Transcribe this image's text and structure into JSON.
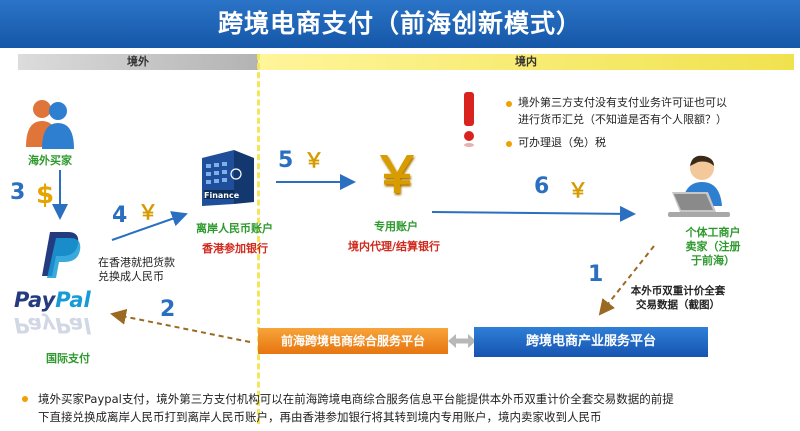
{
  "title": "跨境电商支付（前海创新模式）",
  "regions": {
    "overseas": "境外",
    "domestic": "境内"
  },
  "steps": {
    "s1": "1",
    "s2": "2",
    "s3": "3",
    "s4": "4",
    "s5": "5",
    "s6": "6"
  },
  "yen_symbol": "￥",
  "dollar_symbol": "$",
  "nodes": {
    "overseas_buyer": "海外买家",
    "paypal_logo": "PayPal",
    "intl_payment": "国际支付",
    "hk_conversion": [
      "在香港就把货款",
      "兑换成人民币"
    ],
    "offshore_account": "离岸人民币账户",
    "hk_bank": "香港参加银行",
    "dedicated_account": "专用账户",
    "domestic_bank": "境内代理/结算银行",
    "seller": [
      "个体工商户",
      "卖家（注册",
      "于前海）"
    ],
    "dual_pricing": [
      "本外币双重计价全套",
      "交易数据（截图）"
    ],
    "bank_building_sign": "Finance"
  },
  "warnings": [
    "境外第三方支付没有支付业务许可证也可以进行货币汇兑（不知道是否有个人限额？）",
    "可办理退（免）税"
  ],
  "warning_lines": [
    "境外第三方支付没有支付业务许可证也可以",
    "进行货币汇兑（不知道是否有个人限额？）"
  ],
  "platforms": {
    "left": "前海跨境电商综合服务平台",
    "right": "跨境电商产业服务平台"
  },
  "footer": "境外买家Paypal支付，境外第三方支付机构可以在前海跨境电商综合服务信息平台能提供本外币双重计价全套交易数据的前提下直接兑换成离岸人民币打到离岸人民币账户，再由香港参加银行将其转到境内专用账户，境内卖家收到人民币",
  "footer_lines": [
    "境外买家Paypal支付，境外第三方支付机构可以在前海跨境电商综合服务信息平台能提供本外币双重计价全套交易数据的前提",
    "下直接兑换成离岸人民币打到离岸人民币账户，再由香港参加银行将其转到境内专用账户，境内卖家收到人民币"
  ],
  "colors": {
    "title_bar": "#1f66b8",
    "step_blue": "#2a6fc0",
    "label_green": "#2e9a2e",
    "label_red": "#d02a1e",
    "yen_gold": "#d69a00",
    "platform_orange": "#ef8a1f",
    "platform_blue": "#1f66c2",
    "bullet_orange": "#f0a000",
    "paypal_dark": "#253b80",
    "paypal_light": "#179bd7"
  },
  "icons": [
    "people-icon",
    "dollar-icon",
    "paypal-p-icon",
    "bank-building-icon",
    "yen-gold-icon",
    "exclamation-icon",
    "seller-laptop-icon"
  ]
}
